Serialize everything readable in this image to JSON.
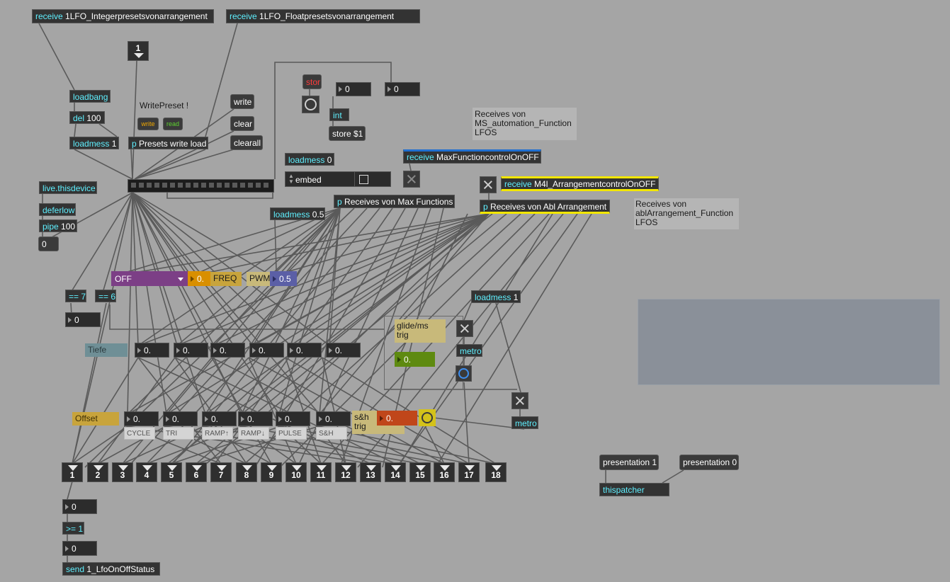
{
  "patch": {
    "receive_integer": "1LFO_Integerpresetsvonarrangement",
    "receive_float": "1LFO_Floatpresetsvonarrangement",
    "receive_max": "MaxFunctioncontrolOnOFF",
    "receive_m4l": "M4l_ArrangementcontrolOnOFF",
    "kw_receive": "receive",
    "kw_p": "p",
    "kw_loadmess": "loadmess",
    "kw_del": "del",
    "kw_pipe": "pipe",
    "kw_send": "send",
    "kw_int": "int",
    "kw_metro": "metro",
    "loadbang": "loadbang",
    "del_arg": "100",
    "loadmess_1": "1",
    "loadmess_0": "0",
    "loadmess_05": "0.5",
    "pipe_arg": "100",
    "live_thisdevice": "live.thisdevice",
    "deferlow": "deferlow",
    "presets_write_load": "Presets write load",
    "receives_max_functions": "Receives von Max Functions",
    "receives_abl_arrangement": "Receives von Abl Arrangement",
    "writepreset_comment": "WritePreset !",
    "write_small": "write",
    "read_small": "read",
    "msg_write": "write",
    "msg_clear": "clear",
    "msg_clearall": "clearall",
    "msg_stor": "stor",
    "msg_store": "store $1",
    "msg_presentation1": "presentation 1",
    "msg_presentation0": "presentation 0",
    "thispatcher": "thispatcher",
    "embed_label": "embed",
    "comment_ms": "Receives von\nMS_automation_Function\nLFOS",
    "comment_abl": "Receives von\nablArrangement_Function\nLFOS",
    "int_top1": "0",
    "int_top2": "0",
    "int_zero": "0",
    "eq7": "== 7",
    "eq6": "== 6",
    "eq_num": "0",
    "umenu_value": "OFF",
    "flonum_freq": "0.",
    "freq_label": "FREQ",
    "pwm_label": "PWM",
    "pwm_value": "0.5",
    "tiefe_label": "Tiefe",
    "offset_label": "Offset",
    "tiefe_values": [
      "0.",
      "0.",
      "0.",
      "0.",
      "0.",
      "0."
    ],
    "offset_values": [
      "0.",
      "0.",
      "0.",
      "0.",
      "0.",
      "0."
    ],
    "wave_labels": [
      "CYCLE",
      "TRI",
      "RAMP↑",
      "RAMP↓",
      "PULSE",
      "S&H"
    ],
    "glide_comment": "glide/ms\ntrig",
    "glide_value": "0.",
    "sh_comment": "s&h\ntrig",
    "sh_value": "0.",
    "outlets": [
      "1",
      "2",
      "3",
      "4",
      "5",
      "6",
      "7",
      "8",
      "9",
      "10",
      "11",
      "12",
      "13",
      "14",
      "15",
      "16",
      "17",
      "18"
    ],
    "bottom_num1": "0",
    "gte": ">= 1",
    "bottom_num2": "0",
    "send_name": "1_LfoOnOffStatus",
    "inlet_top": "1"
  },
  "colors": {
    "background": "#a5a5a5",
    "object": "#333333",
    "keyword": "#5ff0ff",
    "blue_accent": "#1f6fd1",
    "yellow_accent": "#f2e600",
    "purple_menu": "#7c3f86",
    "orange": "#d98f00",
    "slate": "#5b5fa6",
    "green": "#5e8a10",
    "red_orange": "#c0461a",
    "panel": "#8a9099"
  }
}
